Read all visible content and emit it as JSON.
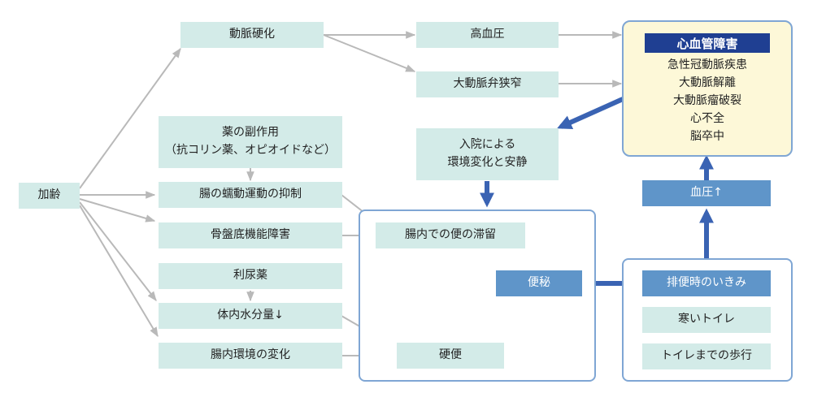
{
  "colors": {
    "node_fill": "#d3ebe8",
    "accent_node": "#5f95c9",
    "dark_arrow": "#3a63b3",
    "gray_arrow": "#b9b9b9",
    "group_border": "#7fa6d4",
    "cvd_fill": "#fdf8d8",
    "cvd_title_fill": "#1f3f92"
  },
  "nodes": {
    "aging": "加齢",
    "arteriosclerosis": "動脈硬化",
    "hypertension": "高血圧",
    "aortic_stenosis": "大動脈弁狭窄",
    "drug_side_effect_line1": "薬の副作用",
    "drug_side_effect_line2": "（抗コリン薬、オピオイドなど）",
    "peristalsis_suppression": "腸の蠕動運動の抑制",
    "pelvic_floor_disorder": "骨盤底機能障害",
    "diuretics": "利尿薬",
    "body_water_decrease": "体内水分量↓",
    "gut_environment_change": "腸内環境の変化",
    "hospital_line1": "入院による",
    "hospital_line2": "環境変化と安静",
    "stool_retention": "腸内での便の滞留",
    "hard_stool": "硬便",
    "constipation": "便秘",
    "straining": "排便時のいきみ",
    "cold_toilet": "寒いトイレ",
    "walk_to_toilet": "トイレまでの歩行",
    "blood_pressure_up": "血圧↑"
  },
  "cardiovascular": {
    "title": "心血管障害",
    "items": [
      "急性冠動脈疾患",
      "大動脈解離",
      "大動脈瘤破裂",
      "心不全",
      "脳卒中"
    ]
  }
}
